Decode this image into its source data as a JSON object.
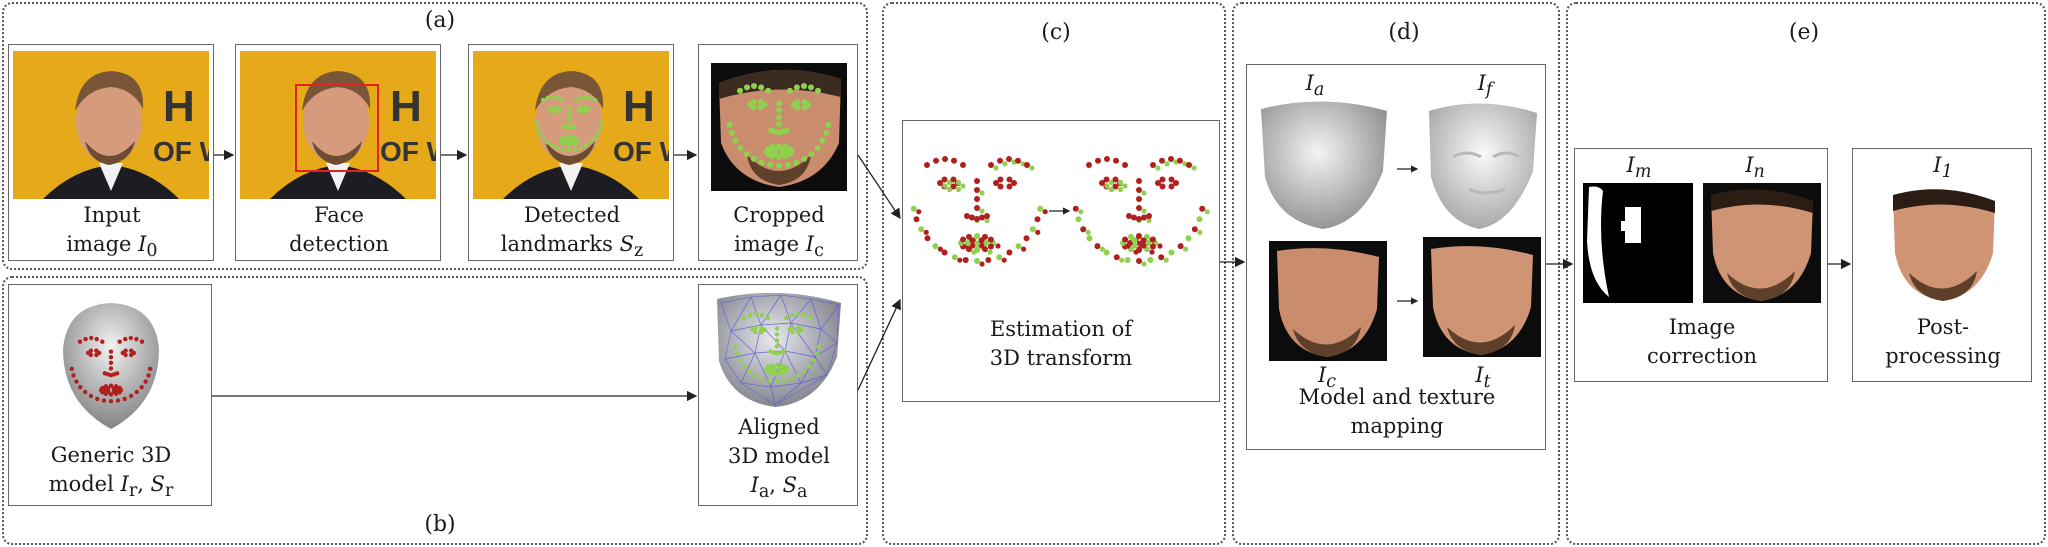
{
  "sections": {
    "a": "(a)",
    "b": "(b)",
    "c": "(c)",
    "d": "(d)",
    "e": "(e)"
  },
  "a": {
    "input": {
      "line1": "Input",
      "line2_text": "image ",
      "line2_math": "I",
      "line2_sub": "0"
    },
    "detect": {
      "line1": "Face",
      "line2": "detection"
    },
    "landmarks": {
      "line1": "Detected",
      "line2_text": "landmarks ",
      "line2_math": "S",
      "line2_sub": "z"
    },
    "cropped": {
      "line1": "Cropped",
      "line2_text": "image ",
      "line2_math": "I",
      "line2_sub": "c"
    }
  },
  "b": {
    "generic": {
      "line1": "Generic 3D",
      "line2_text": "model ",
      "m1": "I",
      "s1": "r",
      "sep": ", ",
      "m2": "S",
      "s2": "r"
    },
    "aligned": {
      "line1": "Aligned",
      "line2": "3D model",
      "m1": "I",
      "s1": "a",
      "sep": ", ",
      "m2": "S",
      "s2": "a"
    }
  },
  "c": {
    "line1": "Estimation of",
    "line2": "3D transform"
  },
  "d": {
    "Ia": {
      "m": "I",
      "s": "a"
    },
    "If": {
      "m": "I",
      "s": "f"
    },
    "Ic": {
      "m": "I",
      "s": "c"
    },
    "It": {
      "m": "I",
      "s": "t"
    },
    "line1": "Model and texture",
    "line2": "mapping"
  },
  "e": {
    "Im": {
      "m": "I",
      "s": "m"
    },
    "In": {
      "m": "I",
      "s": "n"
    },
    "I1": {
      "m": "I",
      "s": "1"
    },
    "corr1": "Image",
    "corr2": "correction",
    "post1": "Post-",
    "post2": "processing"
  },
  "colors": {
    "landmark_red": "#b0201e",
    "landmark_green": "#8fd14f",
    "backdrop": "#e5a91a",
    "mesh": "#5b5bd6"
  }
}
